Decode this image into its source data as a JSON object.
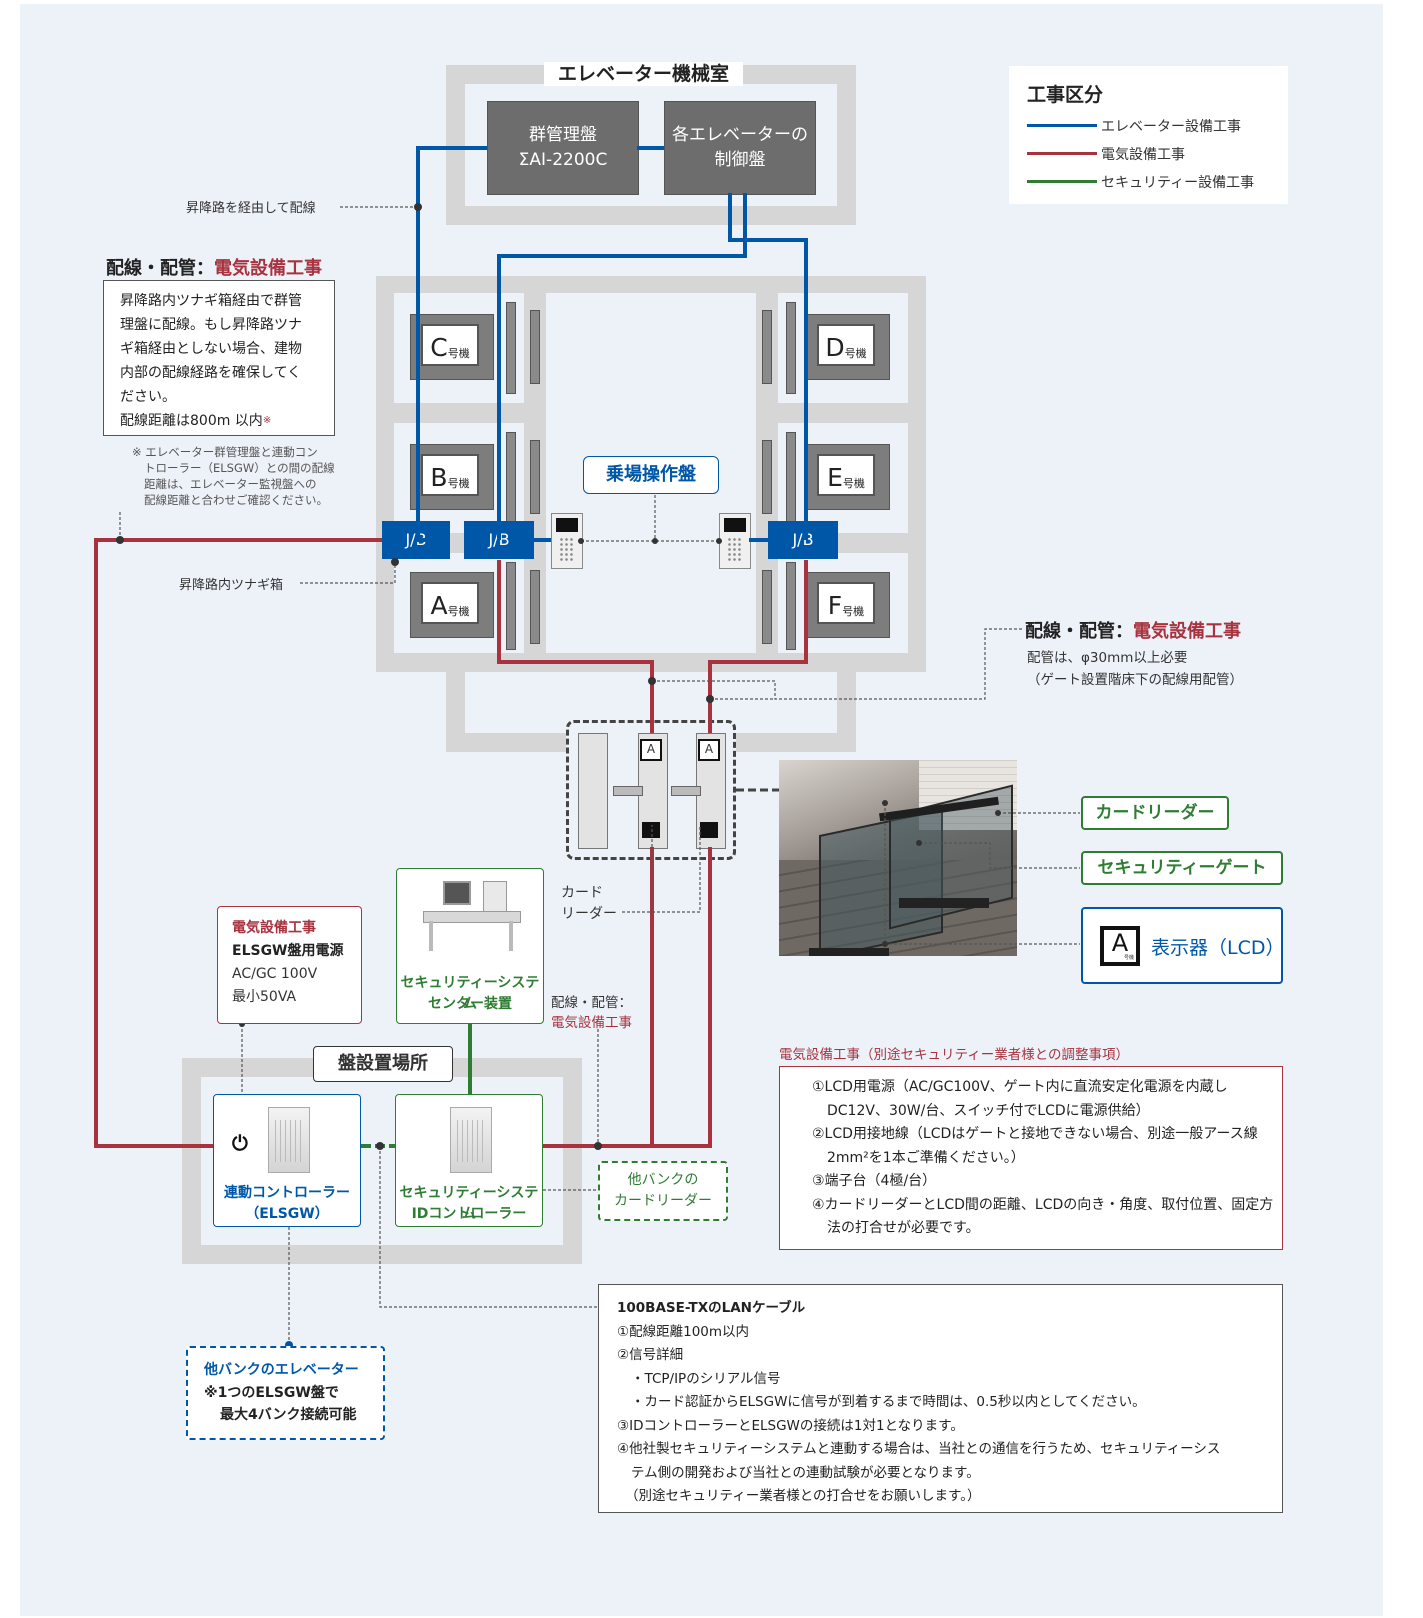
{
  "colors": {
    "elevator": "#0057a8",
    "electrical": "#a8333f",
    "security": "#2e7d32",
    "background": "#edf2f9",
    "machine_grey": "#6d6d6d",
    "frame_grey": "#d6d6d6"
  },
  "machine_room": {
    "title": "エレベーター機械室",
    "group_panel": {
      "line1": "群管理盤",
      "line2": "ΣAI-2200C"
    },
    "control_panel": {
      "line1": "各エレベーターの",
      "line2": "制御盤"
    }
  },
  "legend": {
    "title": "工事区分",
    "items": [
      {
        "label": "エレベーター設備工事",
        "color": "#0057a8"
      },
      {
        "label": "電気設備工事",
        "color": "#a8333f"
      },
      {
        "label": "セキュリティー設備工事",
        "color": "#2e7d32"
      }
    ]
  },
  "labels": {
    "via_hoistway": "昇降路を経由して配線",
    "hoistway_jb": "昇降路内ツナギ箱",
    "hall_panel": "乗場操作盤",
    "jb": "J/B",
    "card_reader_small": {
      "line1": "カード",
      "line2": "リーダー"
    }
  },
  "cars": [
    {
      "letter": "C",
      "suffix": "号機"
    },
    {
      "letter": "D",
      "suffix": "号機"
    },
    {
      "letter": "B",
      "suffix": "号機"
    },
    {
      "letter": "E",
      "suffix": "号機"
    },
    {
      "letter": "A",
      "suffix": "号機"
    },
    {
      "letter": "F",
      "suffix": "号機"
    }
  ],
  "wiring_left": {
    "title_prefix": "配線・配管：",
    "title_highlight": "電気設備工事",
    "body": [
      "昇降路内ツナギ箱経由で群管",
      "理盤に配線。もし昇降路ツナ",
      "ギ箱経由としない場合、建物",
      "内部の配線経路を確保してく",
      "ださい。",
      "配線距離は800m 以内"
    ],
    "body_mark": "※",
    "footnote": [
      "※ エレベーター群管理盤と連動コン",
      "トローラー（ELSGW）との間の配線",
      "距離は、エレベーター監視盤への",
      "配線距離と合わせご確認ください。"
    ]
  },
  "wiring_right": {
    "title_prefix": "配線・配管：",
    "title_highlight": "電気設備工事",
    "line1": "配管は、φ30mm以上必要",
    "line2": "（ゲート設置階床下の配線用配管）"
  },
  "gate_badges": {
    "card_reader": "カードリーダー",
    "security_gate": "セキュリティーゲート",
    "display": "表示器（LCD）",
    "display_icon": "A",
    "display_icon_sub": "号機",
    "gate_icon": "A"
  },
  "power": {
    "line1": "電気設備工事",
    "line2": "ELSGW盤用電源",
    "line3": "AC/GC 100V",
    "line4": "最小50VA"
  },
  "center": {
    "line1": "セキュリティーシステム",
    "line2": "センター装置"
  },
  "wiring_mid": {
    "line1": "配線・配管：",
    "line2": "電気設備工事"
  },
  "panel_location": "盤設置場所",
  "elsgw": {
    "power_icon": "⏻",
    "line1": "連動コントローラー",
    "line2": "（ELSGW）"
  },
  "id_controller": {
    "line1": "セキュリティーシステム",
    "line2": "IDコントローラー"
  },
  "other_bank_reader": {
    "line1": "他バンクの",
    "line2": "カードリーダー"
  },
  "other_bank_elevator": {
    "line1": "他バンクのエレベーター",
    "line2": "※1つのELSGW盤で",
    "line3": "最大4バンク接続可能"
  },
  "electrical_notes": {
    "title": "電気設備工事（別途セキュリティー業者様との調整事項）",
    "items": [
      "①LCD用電源（AC/GC100V、ゲート内に直流安定化電源を内蔵し",
      "DC12V、30W/台、スイッチ付でLCDに電源供給）",
      "②LCD用接地線（LCDはゲートと接地できない場合、別途一般アース線",
      "2mm²を1本ご準備ください。）",
      "③端子台（4極/台）",
      "④カードリーダーとLCD間の距離、LCDの向き・角度、取付位置、固定方",
      "法の打合せが必要です。"
    ]
  },
  "lan_notes": {
    "title": "100BASE-TXのLANケーブル",
    "items": [
      "①配線距離100m以内",
      "②信号詳細",
      "・TCP/IPのシリアル信号",
      "・カード認証からELSGWに信号が到着するまで時間は、0.5秒以内としてください。",
      "③IDコントローラーとELSGWの接続は1対1となります。",
      "④他社製セキュリティーシステムと連動する場合は、当社との通信を行うため、セキュリティーシス",
      "テム側の開発および当社との連動試験が必要となります。",
      "（別途セキュリティー業者様との打合せをお願いします。）"
    ]
  }
}
